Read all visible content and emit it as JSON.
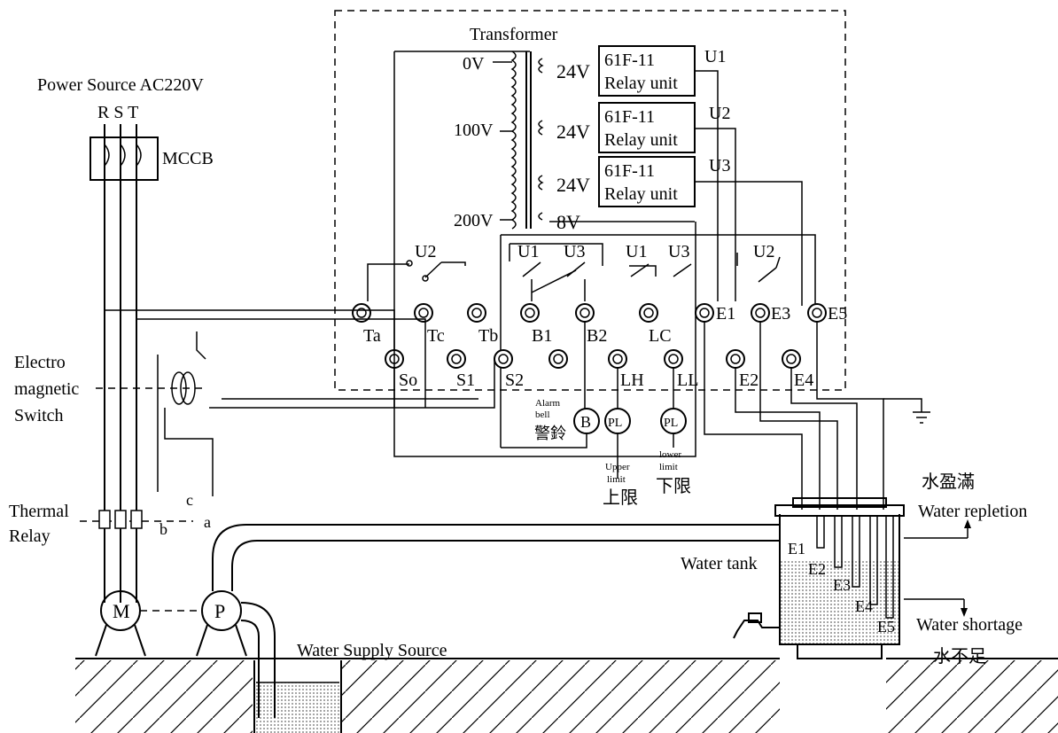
{
  "labels": {
    "transformer": "Transformer",
    "power_source": "Power Source AC220V",
    "rst": "R S T",
    "mccb": "MCCB",
    "electro_1": "Electro",
    "electro_2": "magnetic",
    "electro_3": "Switch",
    "thermal_1": "Thermal",
    "thermal_2": "Relay",
    "tap_0v": "0V",
    "tap_100v": "100V",
    "tap_200v": "200V",
    "v24_1": "24V",
    "v24_2": "24V",
    "v24_3": "24V",
    "v8": "8V",
    "relay_model_1": "61F-11",
    "relay_unit_1": "Relay unit",
    "relay_model_2": "61F-11",
    "relay_unit_2": "Relay unit",
    "relay_model_3": "61F-11",
    "relay_unit_3": "Relay unit",
    "u1": "U1",
    "u2": "U2",
    "u3": "U3",
    "water_supply": "Water Supply Source",
    "water_tank": "Water tank",
    "repletion_cn": "水盈滿",
    "repletion_en": "Water repletion",
    "shortage_en": "Water shortage",
    "shortage_cn": "水不足",
    "alarm_1": "Alarm",
    "alarm_2": "bell",
    "alarm_cn": "警鈴",
    "upper_1": "Upper",
    "upper_2": "limit",
    "upper_cn": "上限",
    "lower_1": "lower",
    "lower_2": "limit",
    "lower_cn": "下限",
    "motor": "M",
    "pump": "P",
    "bell": "B",
    "pl": "PL",
    "contact_a": "a",
    "contact_b": "b",
    "contact_c": "c"
  },
  "terminals": {
    "ta": "Ta",
    "tc": "Tc",
    "tb": "Tb",
    "b1": "B1",
    "b2": "B2",
    "lc": "LC",
    "e1": "E1",
    "e3": "E3",
    "e5": "E5",
    "so": "So",
    "s1": "S1",
    "s2": "S2",
    "lh": "LH",
    "ll": "LL",
    "e2": "E2",
    "e4": "E4"
  },
  "electrodes": [
    "E1",
    "E2",
    "E3",
    "E4",
    "E5"
  ]
}
